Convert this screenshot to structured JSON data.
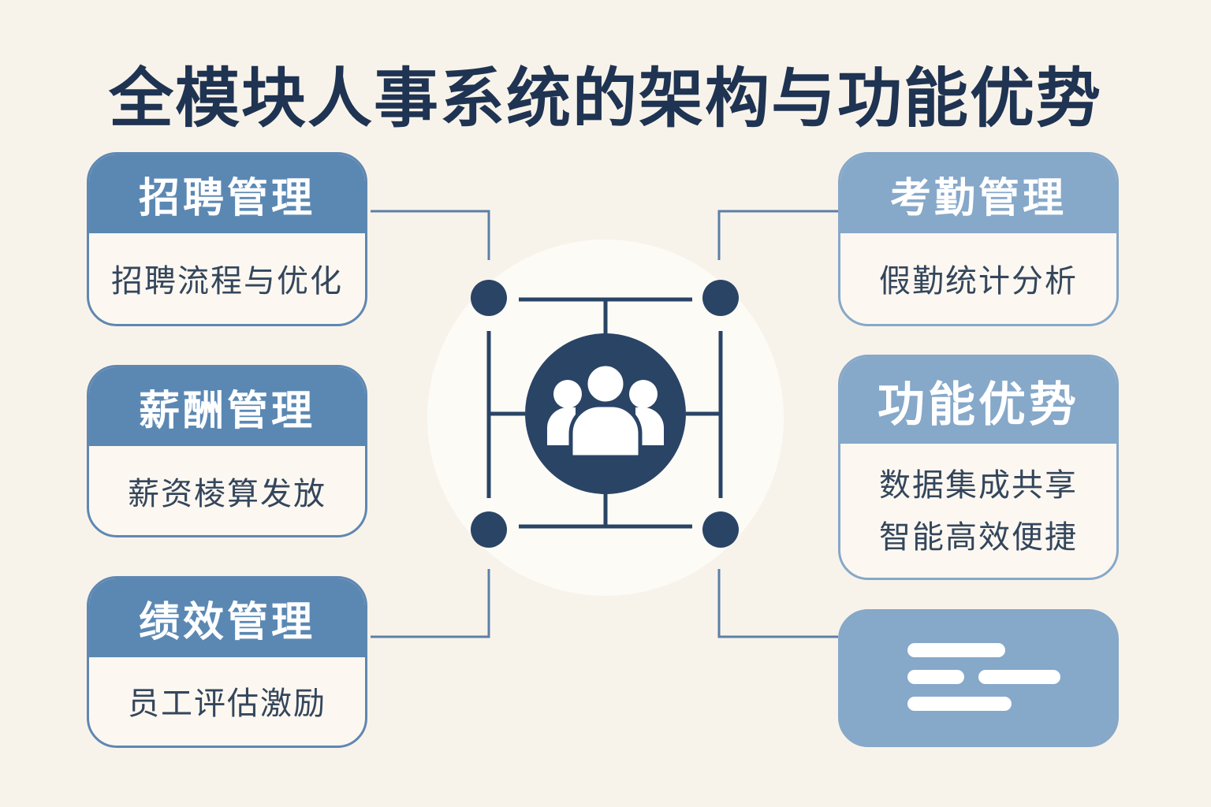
{
  "title": "全模块人事系统的架构与功能优势",
  "modules": {
    "recruit": {
      "header": "招聘管理",
      "body": "招聘流程与优化"
    },
    "salary": {
      "header": "薪酬管理",
      "body": "薪资棱算发放"
    },
    "performance": {
      "header": "绩效管理",
      "body": "员工评估激励"
    },
    "attendance": {
      "header": "考勤管理",
      "body": "假勤统计分析"
    },
    "advantages": {
      "header": "功能优势",
      "body": [
        "数据集成共享",
        "智能高效便捷"
      ]
    }
  },
  "colors": {
    "navy": "#2a4466",
    "blue": "#5b88b3",
    "light_blue": "#86a8c9",
    "background": "#f8f3ea"
  },
  "center_icon": "people-group-icon"
}
